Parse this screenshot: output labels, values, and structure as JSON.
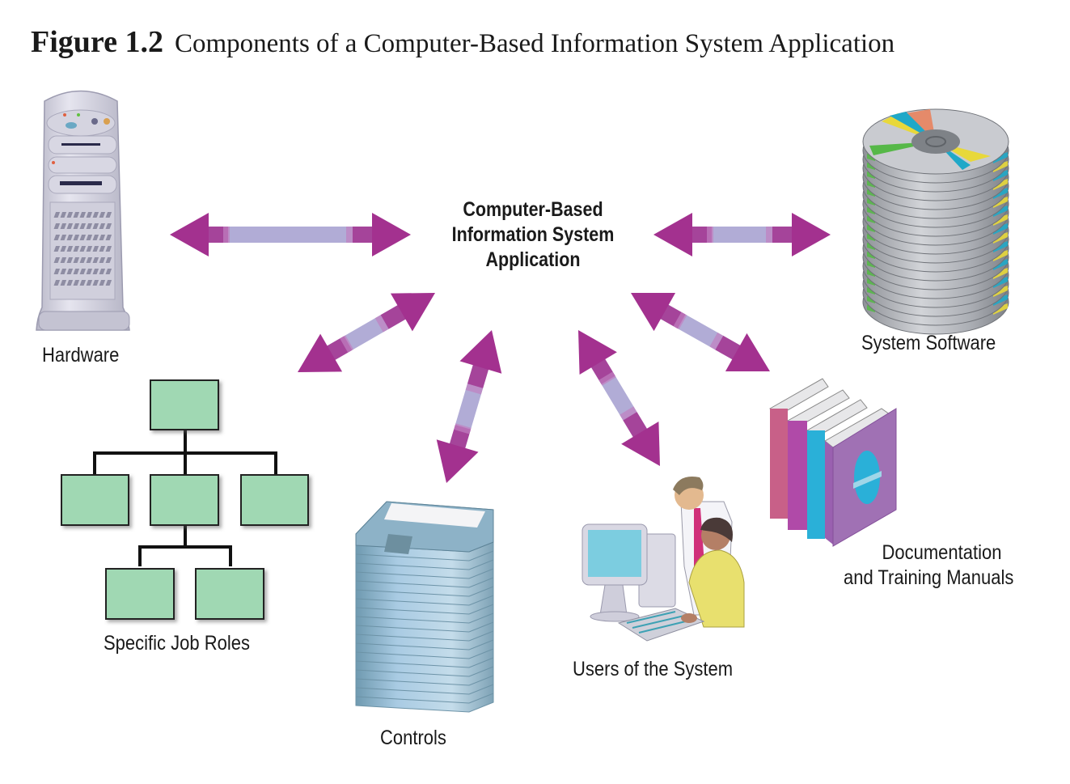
{
  "figure": {
    "number": "Figure 1.2",
    "caption": "Components of a Computer-Based Information System Application"
  },
  "center": {
    "lines": [
      "Computer-Based",
      "Information System",
      "Application"
    ]
  },
  "components": [
    {
      "id": "hardware",
      "label": "Hardware",
      "icon": "computer-tower-icon"
    },
    {
      "id": "system-software",
      "label": "System Software",
      "icon": "cd-stack-icon"
    },
    {
      "id": "job-roles",
      "label": "Specific Job Roles",
      "icon": "org-chart-icon"
    },
    {
      "id": "controls",
      "label": "Controls",
      "icon": "floppy-disk-stack-icon"
    },
    {
      "id": "users",
      "label": "Users of the System",
      "icon": "users-at-computer-icon"
    },
    {
      "id": "documentation",
      "label_lines": [
        "Documentation",
        "and Training Manuals"
      ],
      "icon": "books-icon"
    }
  ],
  "colors": {
    "arrow_head": "#a3318f",
    "arrow_shaft": "#b1acd6",
    "org_box": "#a0d8b3"
  }
}
